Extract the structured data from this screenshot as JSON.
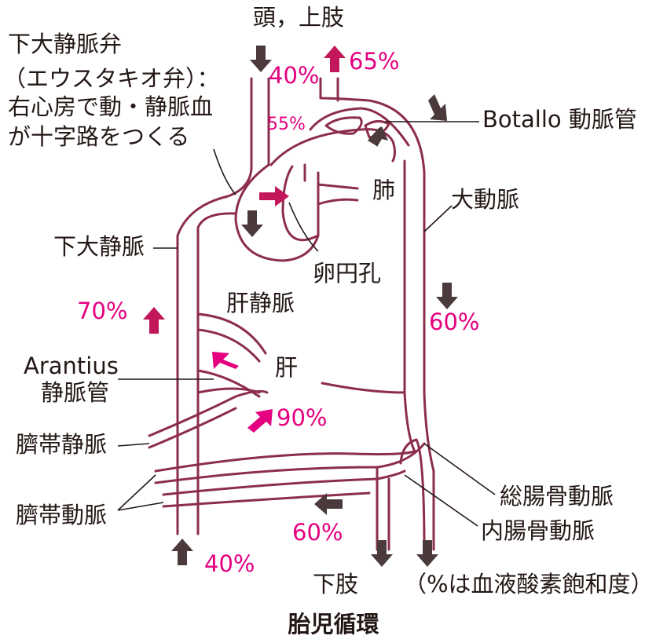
{
  "colors": {
    "vessel": "#8c2e4b",
    "pink": "#e5007f",
    "dark_arrow": "#4a3a3c",
    "text": "#231815"
  },
  "labels": {
    "head": "頭，上肢",
    "ivc_valve_1": "下大静脈弁",
    "ivc_valve_2": "（エウスタキオ弁）：",
    "ivc_valve_3": "右心房で動・静脈血",
    "ivc_valve_4": "が十字路をつくる",
    "botallo": "Botallo 動脈管",
    "lung": "肺",
    "aorta": "大動脈",
    "ivc": "下大静脈",
    "foramen_ovale": "卵円孔",
    "hepatic_vein": "肝静脈",
    "arantius_1": "Arantius",
    "arantius_2": "静脈管",
    "liver": "肝",
    "umbilical_vein": "臍帯静脈",
    "umbilical_artery": "臍帯動脈",
    "common_iliac": "総腸骨動脈",
    "internal_iliac": "内腸骨動脈",
    "lower_limb": "下肢",
    "note": "（%は血液酸素飽和度）"
  },
  "percentages": {
    "svc": "40%",
    "ascending": "65%",
    "right_atrium": "55%",
    "ivc": "70%",
    "aorta_desc": "60%",
    "umbilical_vein": "90%",
    "umbilical_artery": "60%",
    "lower_ivc": "40%"
  },
  "title": "胎児循環",
  "icons": [
    "arrow-down",
    "arrow-up",
    "arrow-diagonal"
  ]
}
